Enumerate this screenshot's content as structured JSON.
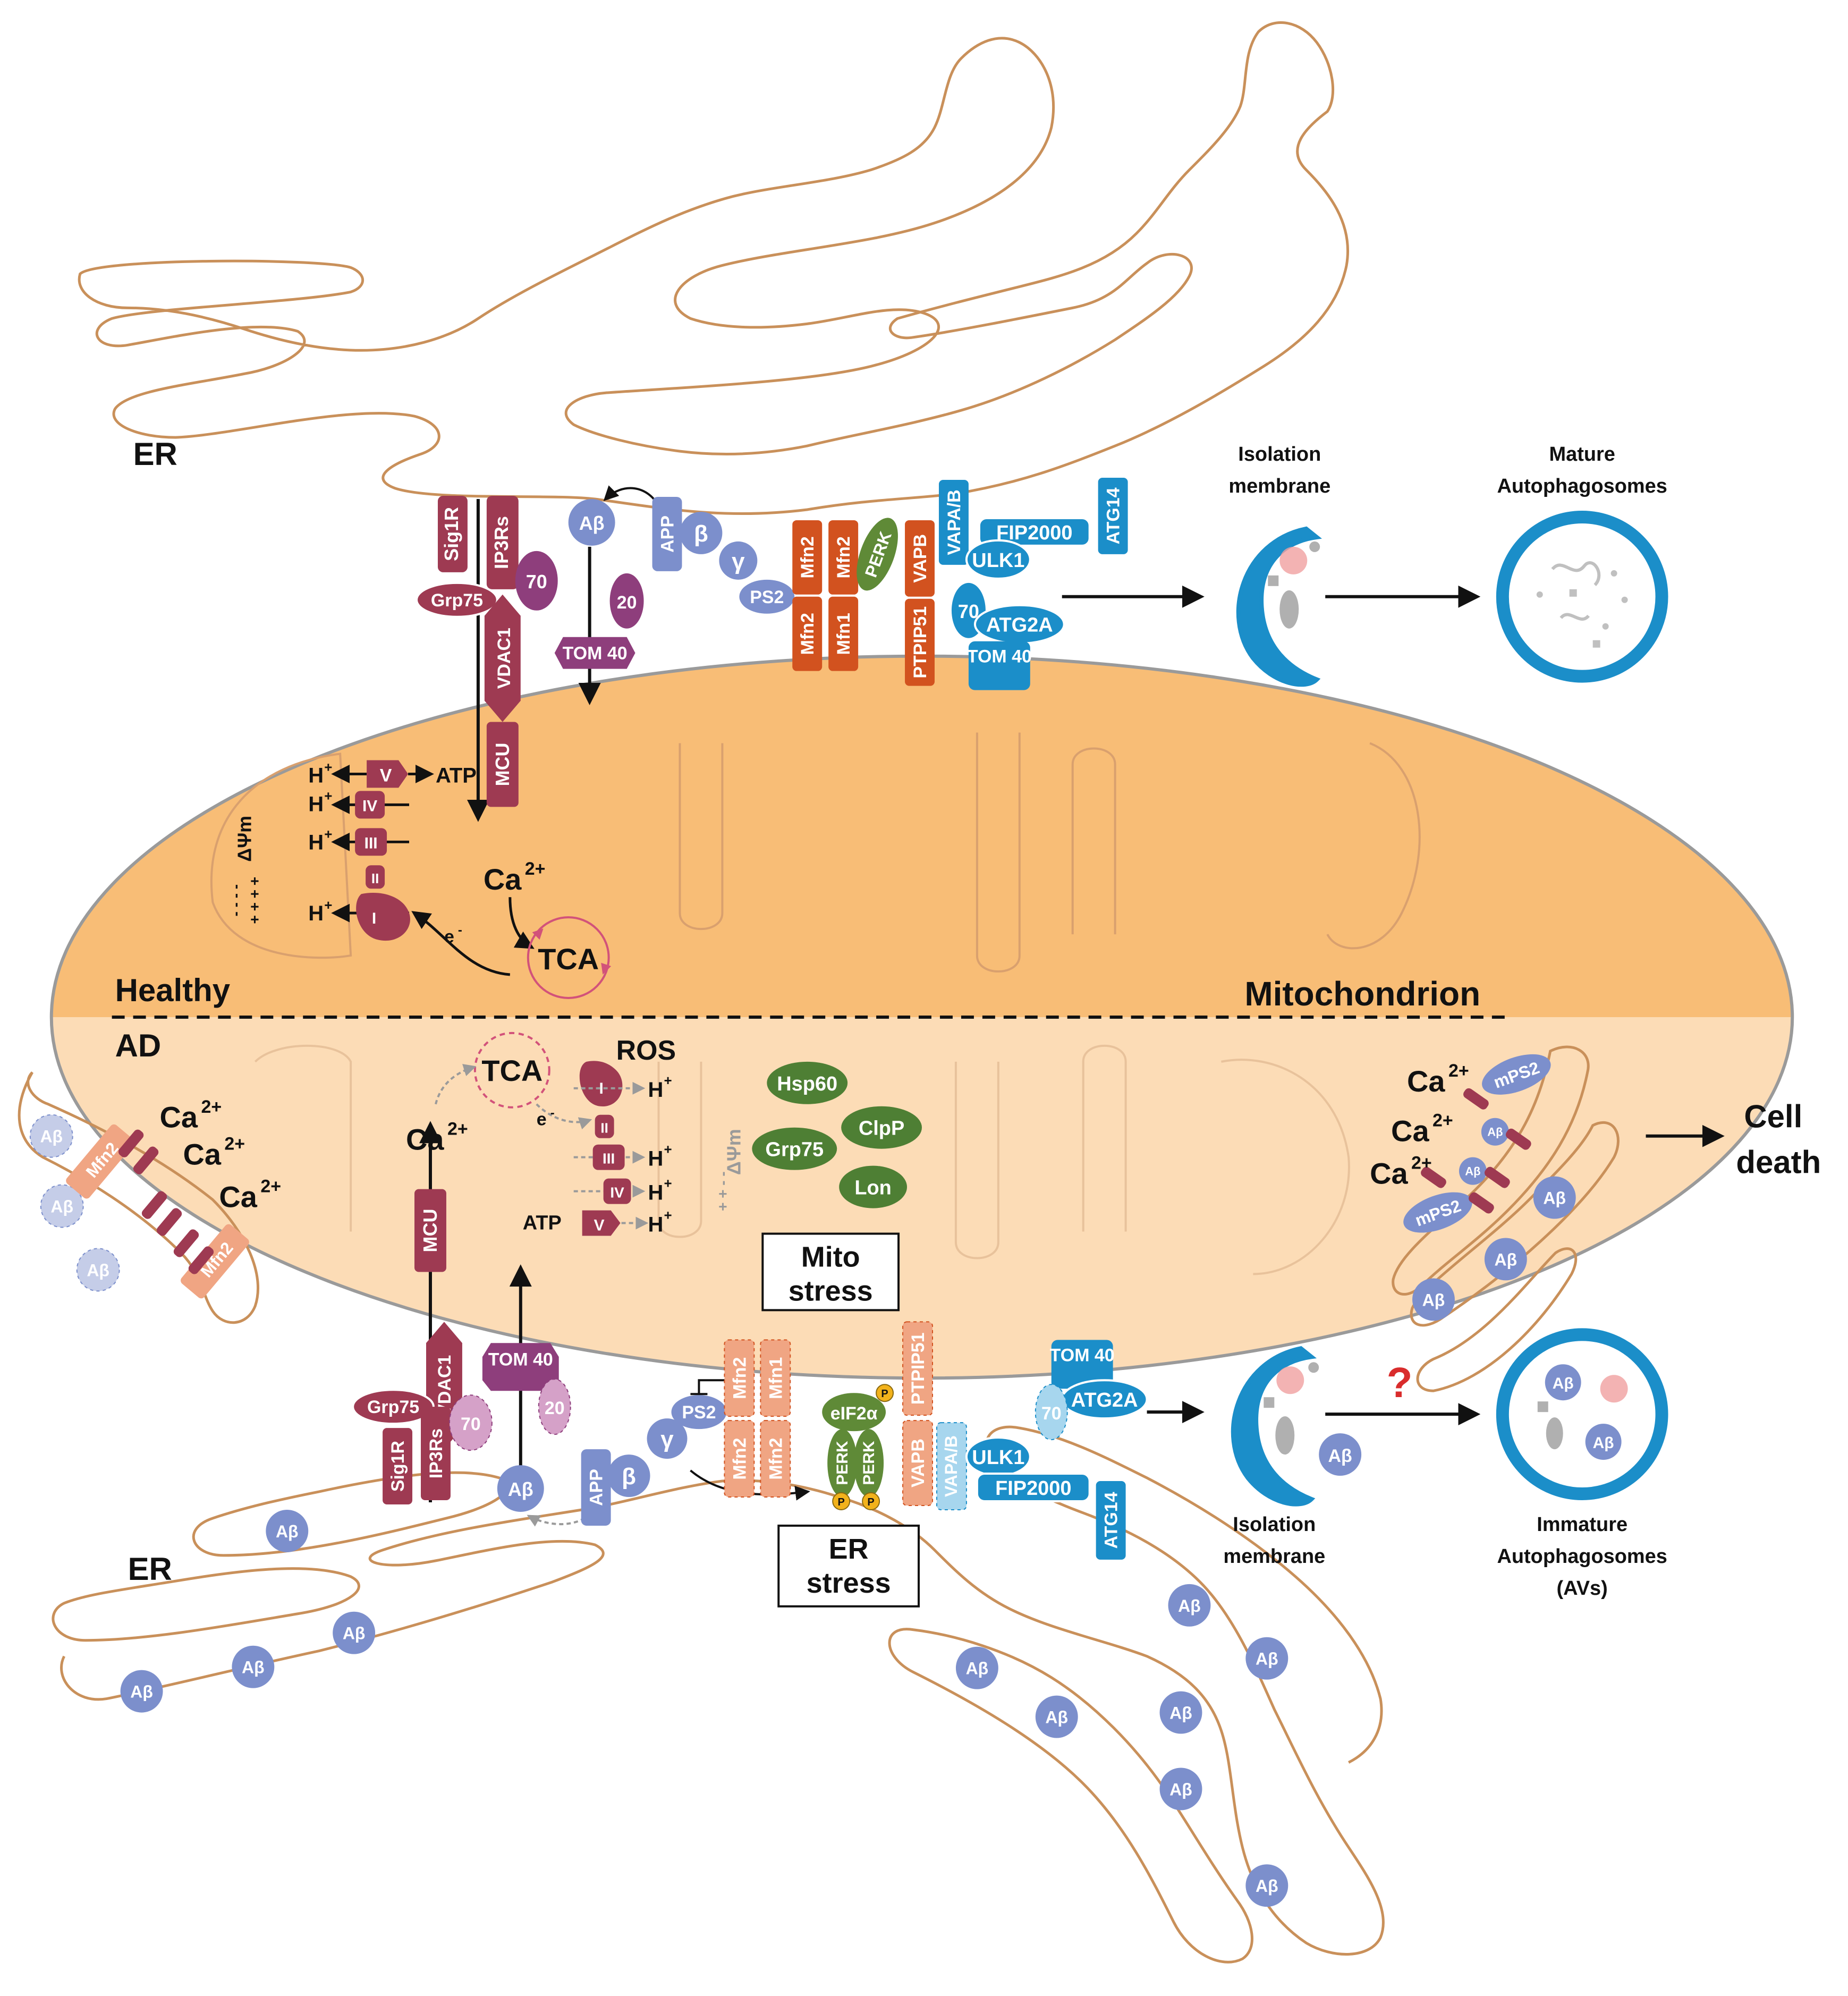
{
  "colors": {
    "membrane": "#c9905a",
    "mito_fill_healthy": "#f8bd76",
    "mito_fill_ad": "#fcdcb6",
    "mito_edge": "#9a9a9a",
    "ip3r_red": "#9e3a52",
    "tom_purple": "#8e3e7c",
    "mfn_orange": "#d2521f",
    "mfn_pale": "#f0a583",
    "amyloid_blue": "#7c8fcc",
    "amyloid_pale": "#c5cde8",
    "autophagy_blue": "#1b8ec9",
    "autophagy_pale": "#a7d6ee",
    "chaperone_green": "#4e7f34",
    "perk_green": "#5f8a37",
    "phospho_yellow": "#f2b21b",
    "question_red": "#d92c2c"
  },
  "labels": {
    "er_top": "ER",
    "er_bottom": "ER",
    "healthy": "Healthy",
    "ad": "AD",
    "mitochondrion": "Mitochondrion",
    "isolation_top_1": "Isolation",
    "isolation_top_2": "membrane",
    "mature_1": "Mature",
    "mature_2": "Autophagosomes",
    "isolation_bottom_1": "Isolation",
    "isolation_bottom_2": "membrane",
    "immature_1": "Immature",
    "immature_2": "Autophagosomes",
    "immature_3": "(AVs)",
    "cell_death_1": "Cell",
    "cell_death_2": "death",
    "mito_stress_1": "Mito",
    "mito_stress_2": "stress",
    "er_stress_1": "ER",
    "er_stress_2": "stress",
    "question": "?"
  },
  "healthy_proteins": {
    "sig1r": "Sig1R",
    "ip3rs": "IP3Rs",
    "grp75": "Grp75",
    "vdac1": "VDAC1",
    "mcu": "MCU",
    "tom70": "70",
    "tom20": "20",
    "tom40": "TOM 40",
    "abeta": "Aβ",
    "app": "APP",
    "beta": "β",
    "gamma": "γ",
    "ps2": "PS2",
    "mfn2_a": "Mfn2",
    "mfn2_b": "Mfn2",
    "mfn2_c": "Mfn2",
    "mfn1": "Mfn1",
    "perk": "PERK",
    "vapb": "VAPB",
    "ptpip51": "PTPIP51",
    "vapa_b": "VAPA/B",
    "fip2000": "FIP2000",
    "atg14": "ATG14",
    "ulk1": "ULK1",
    "atg70": "70",
    "atg2a": "ATG2A",
    "atg_tom40": "TOM 40"
  },
  "healthy_mito": {
    "ca": "Ca",
    "ca_sup": "2+",
    "tca": "TCA",
    "e": "e",
    "e_sup": "-",
    "dpsi": "ΔΨm",
    "minus": "- - - -",
    "plus": "+ + + +",
    "h": "H",
    "plus_sign": "+",
    "atp": "ATP",
    "complex_v": "V",
    "complex_iv": "IV",
    "complex_iii": "III",
    "complex_ii": "II",
    "complex_i": "I"
  },
  "ad_mito": {
    "ca": "Ca",
    "ca_sup": "2+",
    "tca": "TCA",
    "ros": "ROS",
    "e": "e",
    "e_sup": "-",
    "dpsi": "ΔΨm",
    "h": "H",
    "plus_sign": "+",
    "atp": "ATP",
    "complex_v": "V",
    "complex_iv": "IV",
    "complex_iii": "III",
    "complex_ii": "II",
    "complex_i": "I",
    "hsp60": "Hsp60",
    "clpp": "ClpP",
    "grp75": "Grp75",
    "lon": "Lon",
    "plusminus": "+ + - -"
  },
  "ad_proteins": {
    "sig1r": "Sig1R",
    "ip3rs": "IP3Rs",
    "grp75": "Grp75",
    "vdac1": "VDAC1",
    "mcu": "MCU",
    "tom40": "TOM 40",
    "tom70": "70",
    "tom20": "20",
    "abeta": "Aβ",
    "app": "APP",
    "beta": "β",
    "gamma": "γ",
    "ps2": "PS2",
    "mfn2_a": "Mfn2",
    "mfn1": "Mfn1",
    "mfn2_b": "Mfn2",
    "mfn2_c": "Mfn2",
    "eif2a": "eIF2α",
    "perk_a": "PERK",
    "perk_b": "PERK",
    "p": "P",
    "ptpip51": "PTPIP51",
    "vapb": "VAPB",
    "vapa_b": "VAPA/B",
    "tom40_atg": "TOM 40",
    "atg2a": "ATG2A",
    "atg70": "70",
    "ulk1": "ULK1",
    "fip2000": "FIP2000",
    "atg14": "ATG14"
  },
  "ad_left": {
    "mfn2_a": "Mfn2",
    "mfn2_b": "Mfn2",
    "abeta": "Aβ",
    "ca": "Ca",
    "ca_sup": "2+"
  },
  "ad_right": {
    "mps2_a": "mPS2",
    "mps2_b": "mPS2",
    "abeta": "Aβ",
    "ca": "Ca",
    "ca_sup": "2+"
  },
  "er_abeta": "Aβ"
}
